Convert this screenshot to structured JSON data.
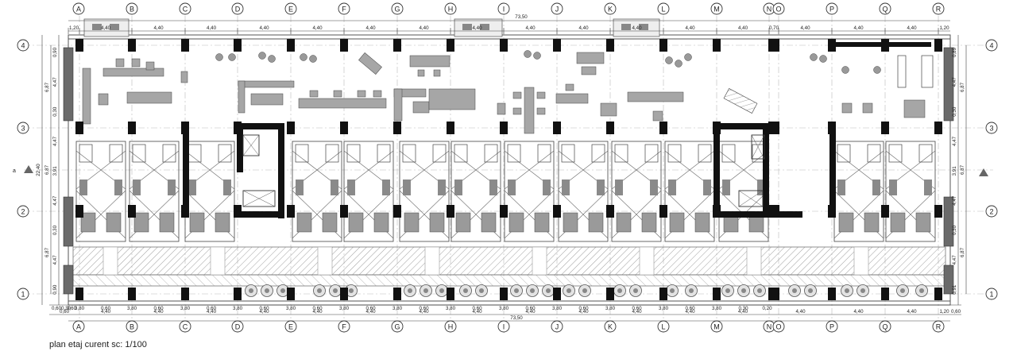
{
  "caption": "plan etaj curent sc: 1/100",
  "grid": {
    "columns": [
      "A",
      "B",
      "C",
      "D",
      "E",
      "F",
      "G",
      "H",
      "I",
      "J",
      "K",
      "L",
      "M",
      "N",
      "O",
      "P",
      "Q",
      "R"
    ],
    "rows": [
      "4",
      "3",
      "2",
      "1"
    ],
    "left_row_tag": "a"
  },
  "dims": {
    "overall_width": "73,50",
    "overall_depth": "22,40",
    "top_spans": [
      "1,20",
      "4,40",
      "4,40",
      "4,40",
      "4,40",
      "4,40",
      "4,40",
      "4,40",
      "4,40",
      "4,40",
      "4,40",
      "4,40",
      "4,40",
      "4,40",
      "0,70",
      "4,40",
      "4,40",
      "4,40",
      "1,20"
    ],
    "bottom_spans": [
      "0,60",
      "0,30",
      "0,60",
      "3,80",
      "0,60",
      "3,80",
      "0,60",
      "3,80",
      "0,60",
      "3,80",
      "0,60",
      "3,80",
      "0,60",
      "3,80",
      "0,60",
      "3,80",
      "0,60",
      "3,80",
      "0,60",
      "3,80",
      "0,60",
      "3,80",
      "0,60",
      "3,80",
      "0,60",
      "3,80",
      "0,60",
      "3,80",
      "0,30",
      "0,20"
    ],
    "bottom_axis_spans": [
      "0,60",
      "4,40",
      "4,40",
      "4,40",
      "4,40",
      "4,40",
      "4,40",
      "4,40",
      "4,40",
      "4,40",
      "4,40",
      "4,40",
      "4,40",
      "4,40",
      "4,40",
      "4,40",
      "4,40",
      "1,20",
      "0,60"
    ],
    "left_vertical": [
      "0,90",
      "4,47",
      "0,30",
      "4,47",
      "3,91",
      "4,47",
      "0,30",
      "4,47",
      "0,90"
    ],
    "left_group": [
      "6,87",
      "6,87",
      "6,87"
    ],
    "right_vertical": [
      "0,89",
      "4,47",
      "0,30",
      "4,47",
      "3,91",
      "4,47",
      "0,30",
      "4,47",
      "0,91"
    ],
    "right_group": [
      "6,87",
      "6,87",
      "6,87"
    ]
  }
}
